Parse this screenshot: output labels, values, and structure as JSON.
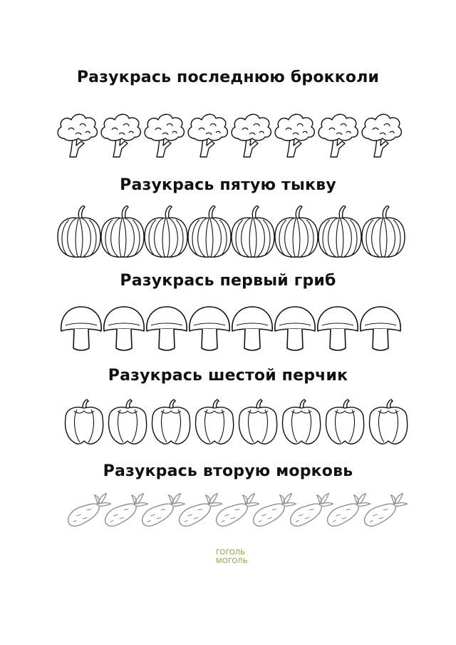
{
  "sections": [
    {
      "title": "Разукрась последнюю брокколи",
      "item": "broccoli",
      "count": 8
    },
    {
      "title": "Разукрась пятую тыкву",
      "item": "pumpkin",
      "count": 8
    },
    {
      "title": "Разукрась первый гриб",
      "item": "mushroom",
      "count": 8
    },
    {
      "title": "Разукрась шестой перчик",
      "item": "pepper",
      "count": 8
    },
    {
      "title": "Разукрась вторую морковь",
      "item": "carrot",
      "count": 9
    }
  ],
  "logo": {
    "line1": "ГОГОЛЬ",
    "line2": "МОГОЛЬ"
  },
  "colors": {
    "ink": "#111111",
    "carrot_ink": "#8a8a8a",
    "logo": "#8a9a3a"
  }
}
